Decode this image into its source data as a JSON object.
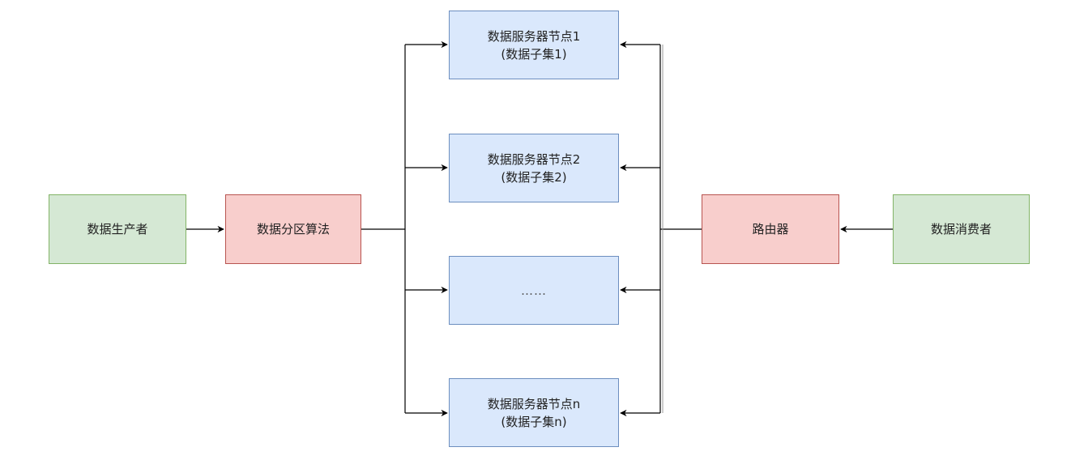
{
  "nodes": {
    "producer": {
      "label": "数据生产者"
    },
    "partition": {
      "label": "数据分区算法"
    },
    "node1": {
      "line1": "数据服务器节点1",
      "line2": "(数据子集1)"
    },
    "node2": {
      "line1": "数据服务器节点2",
      "line2": "(数据子集2)"
    },
    "node3": {
      "line1": "……"
    },
    "noden": {
      "line1": "数据服务器节点n",
      "line2": "(数据子集n)"
    },
    "router": {
      "label": "路由器"
    },
    "consumer": {
      "label": "数据消费者"
    }
  },
  "colors": {
    "green_fill": "#d5e8d4",
    "green_stroke": "#82b366",
    "red_fill": "#f8cecc",
    "red_stroke": "#b85450",
    "blue_fill": "#dae8fc",
    "blue_stroke": "#6c8ebf",
    "edge": "#000000"
  },
  "edges": [
    {
      "from": "producer",
      "to": "partition"
    },
    {
      "from": "partition",
      "to": "node1"
    },
    {
      "from": "partition",
      "to": "node2"
    },
    {
      "from": "partition",
      "to": "node3"
    },
    {
      "from": "partition",
      "to": "noden"
    },
    {
      "from": "consumer",
      "to": "router"
    },
    {
      "from": "router",
      "to": "node1"
    },
    {
      "from": "router",
      "to": "node2"
    },
    {
      "from": "router",
      "to": "node3"
    },
    {
      "from": "router",
      "to": "noden"
    }
  ]
}
